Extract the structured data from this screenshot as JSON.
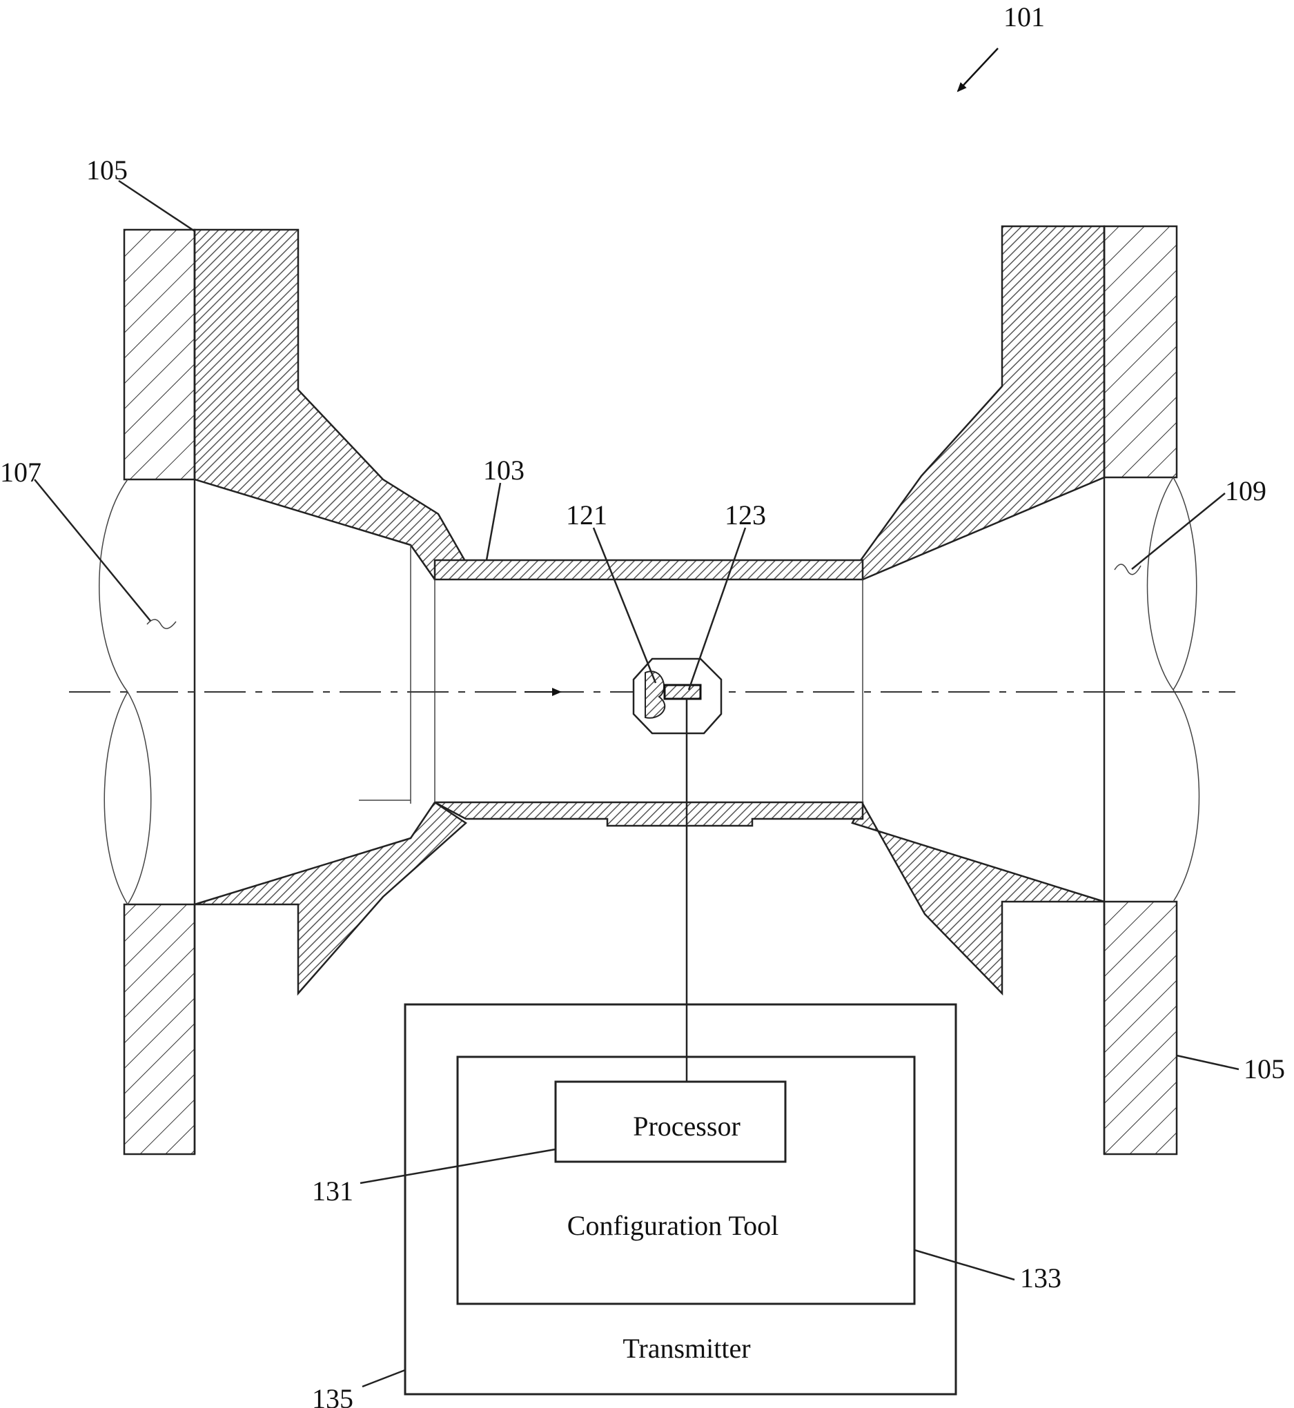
{
  "figure_ref": "101",
  "reference_numerals": {
    "flange_left": "105",
    "flange_right": "105",
    "inlet": "107",
    "outlet": "109",
    "meter_body": "103",
    "sensor": "121",
    "sensing_element": "123",
    "processor": "131",
    "configuration_tool": "133",
    "transmitter": "135"
  },
  "blocks": {
    "processor": "Processor",
    "configuration_tool": "Configuration Tool",
    "transmitter": "Transmitter"
  }
}
